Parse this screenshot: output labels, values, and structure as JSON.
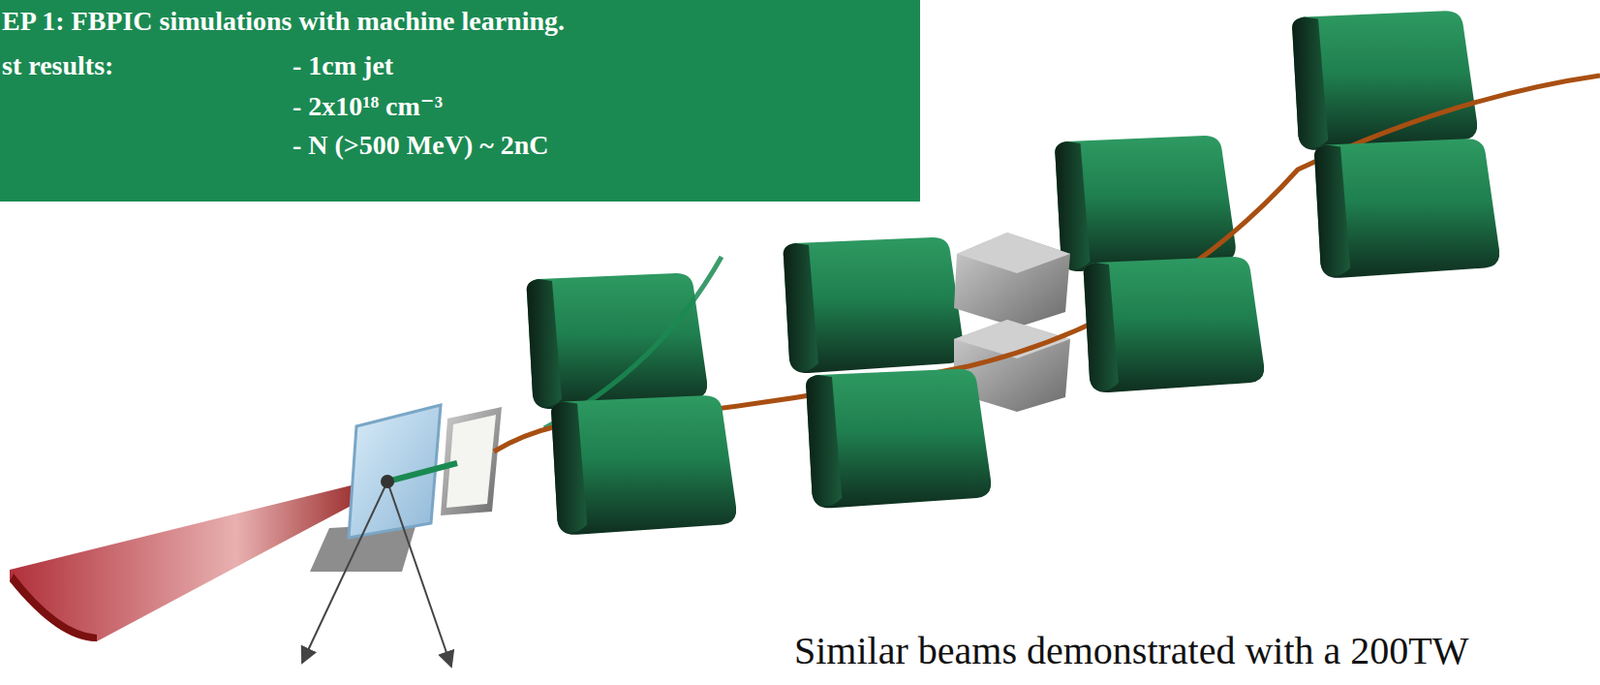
{
  "diagram": {
    "nodes": [
      {
        "text": [
          "EP 1: FBPIC simulations with machine learning.",
          "st results:",
          "- 1cm jet",
          "- 2x10¹⁸ cm⁻³",
          "- N (>500 MeV) ~ 2nC"
        ]
      }
    ],
    "labels": [
      "Similar beams demonstrated with a 200TW"
    ]
  }
}
